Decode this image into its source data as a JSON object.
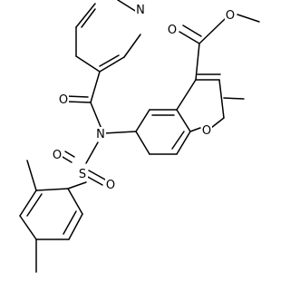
{
  "diagram": {
    "type": "chemical-structure",
    "atom_labels": {
      "pyridine_n": "N",
      "amide_o": "O",
      "amine_n": "N",
      "sulfur": "S",
      "sulfonyl_o1": "O",
      "sulfonyl_o2": "O",
      "ester_carbonyl_o": "O",
      "ester_o": "O",
      "furan_o": "O"
    },
    "colors": {
      "bond": "#000000",
      "label": "#000000",
      "background": "#ffffff"
    }
  }
}
